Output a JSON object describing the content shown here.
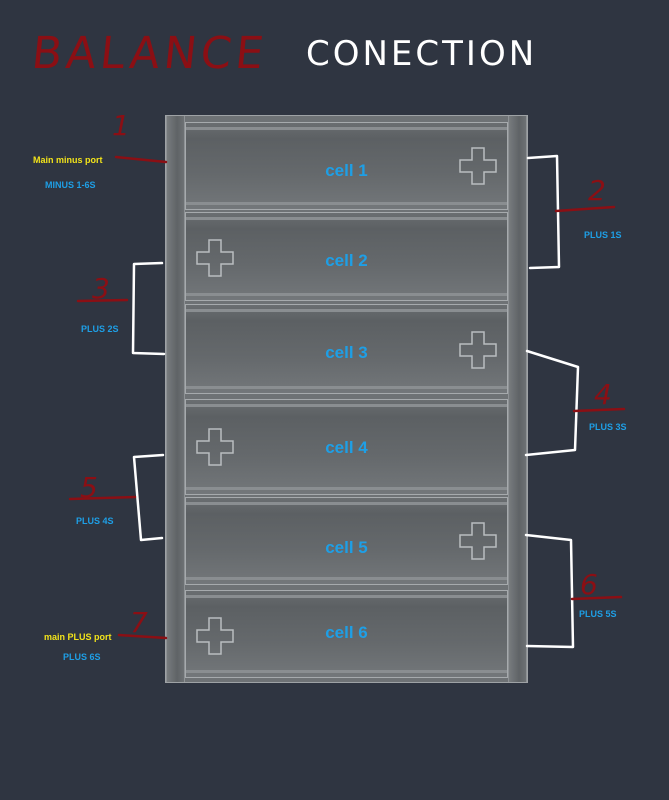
{
  "titles": {
    "left": "BALANCE",
    "right": "CONECTION"
  },
  "cells": [
    "cell 1",
    "cell 2",
    "cell 3",
    "cell 4",
    "cell 5",
    "cell 6"
  ],
  "ports": [
    {
      "number": "1",
      "main": "Main minus port",
      "sub": "MINUS 1-6S"
    },
    {
      "number": "2",
      "sub": "PLUS 1S"
    },
    {
      "number": "3",
      "sub": "PLUS 2S"
    },
    {
      "number": "4",
      "sub": "PLUS 3S"
    },
    {
      "number": "5",
      "sub": "PLUS 4S"
    },
    {
      "number": "6",
      "sub": "PLUS 5S"
    },
    {
      "number": "7",
      "main": "main PLUS port",
      "sub": "PLUS 6S"
    }
  ],
  "colors": {
    "background": "#2f3541",
    "red_marker": "#8b0f14",
    "white_marker": "#ffffff",
    "label_blue": "#1e9fe6",
    "label_yellow": "#f2e31a"
  },
  "icons": [
    "plus-terminal-icon"
  ]
}
